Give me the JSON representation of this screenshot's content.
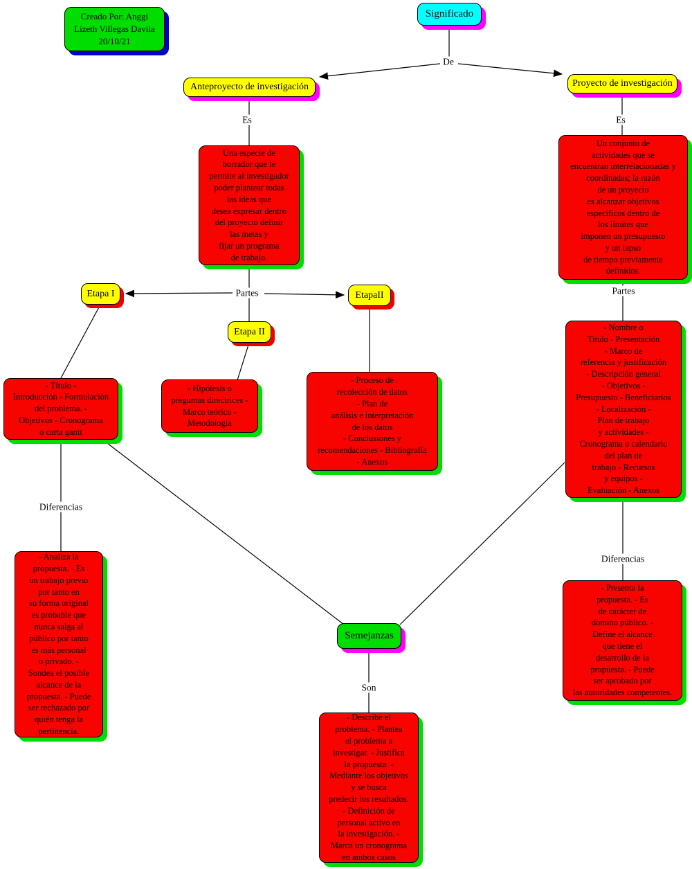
{
  "colors": {
    "node_cyan": "#00ffff",
    "node_yellow": "#ffff00",
    "node_red": "#f80400",
    "node_green": "#00dd00",
    "shadow_magenta": "#ff00ff",
    "shadow_green": "#00dd00",
    "shadow_red": "#ee0000",
    "shadow_blue": "#0000cc",
    "line_black": "#000000"
  },
  "nodes": {
    "significado": "Significado",
    "creado": "Creado Por: Anggi\nLizeth Villegas Davila\n20/10/21",
    "anteproyecto": "Anteproyecto de investigación",
    "proyecto": "Proyecto de investigación",
    "anteproyecto_def": "Una especie de\nborrador que le\npermite al investigador\npoder plantear todas\nlas ideas que\ndesea expresar dentro\ndel proyecto definir\nlas metas y\nfijar un programa\nde trabajo.",
    "proyecto_def": "Un conjunto de\nactividades que se\nencuentran interrelacionadas y\ncoordinadas; la razón\nde un proyecto\nes alcanzar objetivos\nespecíficos dentro de\nlos límites que\nimponen un presupuesto\ny un lapso\nde tiempo previamente\ndefinidos.",
    "etapa_i": "Etapa I",
    "etapa_ii_center": "Etapa II",
    "etapa_ii_right": "EtapaII",
    "titulo_parts": "- Título -\nIntroducción - Formulación\ndel problema. -\nObjetivos - Cronograma\no carta gantt",
    "hipotesis_parts": "- Hipótesis o\npreguntas directrices -\nMarco teórico -\nMetodología",
    "proceso_parts": "- Proceso de\nrecolección de datos\n- Plan de\nanálisis e interpretación\nde los datos\n- Conclusiones y\nrecomendaciones - Bibliografía\n- Anexos",
    "nombre_parts": "- Nombre o\nTitulo - Presentación\n- Marco de\nreferencia y justificación\n- Descripción general\n- Objetivos -\nPresupuesto - Beneficiarios\n- Localización -\nPlan de trabajo\ny actividades -\nCronograma o calendario\ndel plan de\ntrabajo - Recursos\ny equipos -\nEvaluación - Anexos",
    "analiza_dif": "- Analiza la\npropuesta. - Es\nun trabajo previo\npor tanto en\nsu forma original\nes probable que\nnunca salga al\npúblico por tanto\nes más personal\no privado. -\nSondea el posible\nalcance de la\npropuesta. - Puede\nser rechazado por\nquién tenga la\npertinencia.",
    "presenta_dif": "- Presenta la\npropuesta. - Es\nde carácter de\ndomino público. -\nDefine el alcance\nque tiene el\ndesarrollo de la\npropuesta. - Puede\nser aprobado por\nlas autoridades competentes.",
    "semejanzas": "Semejanzas",
    "describe_sem": "- Describe el\nproblema. - Plantea\nel problema a\ninvestigar. - Justifica\nla propuesta. -\nMediante los objetivos\ny se busca\npredecir los resultados.\n- Definición de\npersonal activo en\nla investigación. -\nMarca un cronograma\nen ambos casos"
  },
  "link_labels": {
    "de": "De",
    "es_left": "Es",
    "es_right": "Es",
    "partes_left": "Partes",
    "partes_right": "Partes",
    "diferencias_left": "Diferencias",
    "diferencias_right": "Diferencias",
    "son": "Son"
  }
}
